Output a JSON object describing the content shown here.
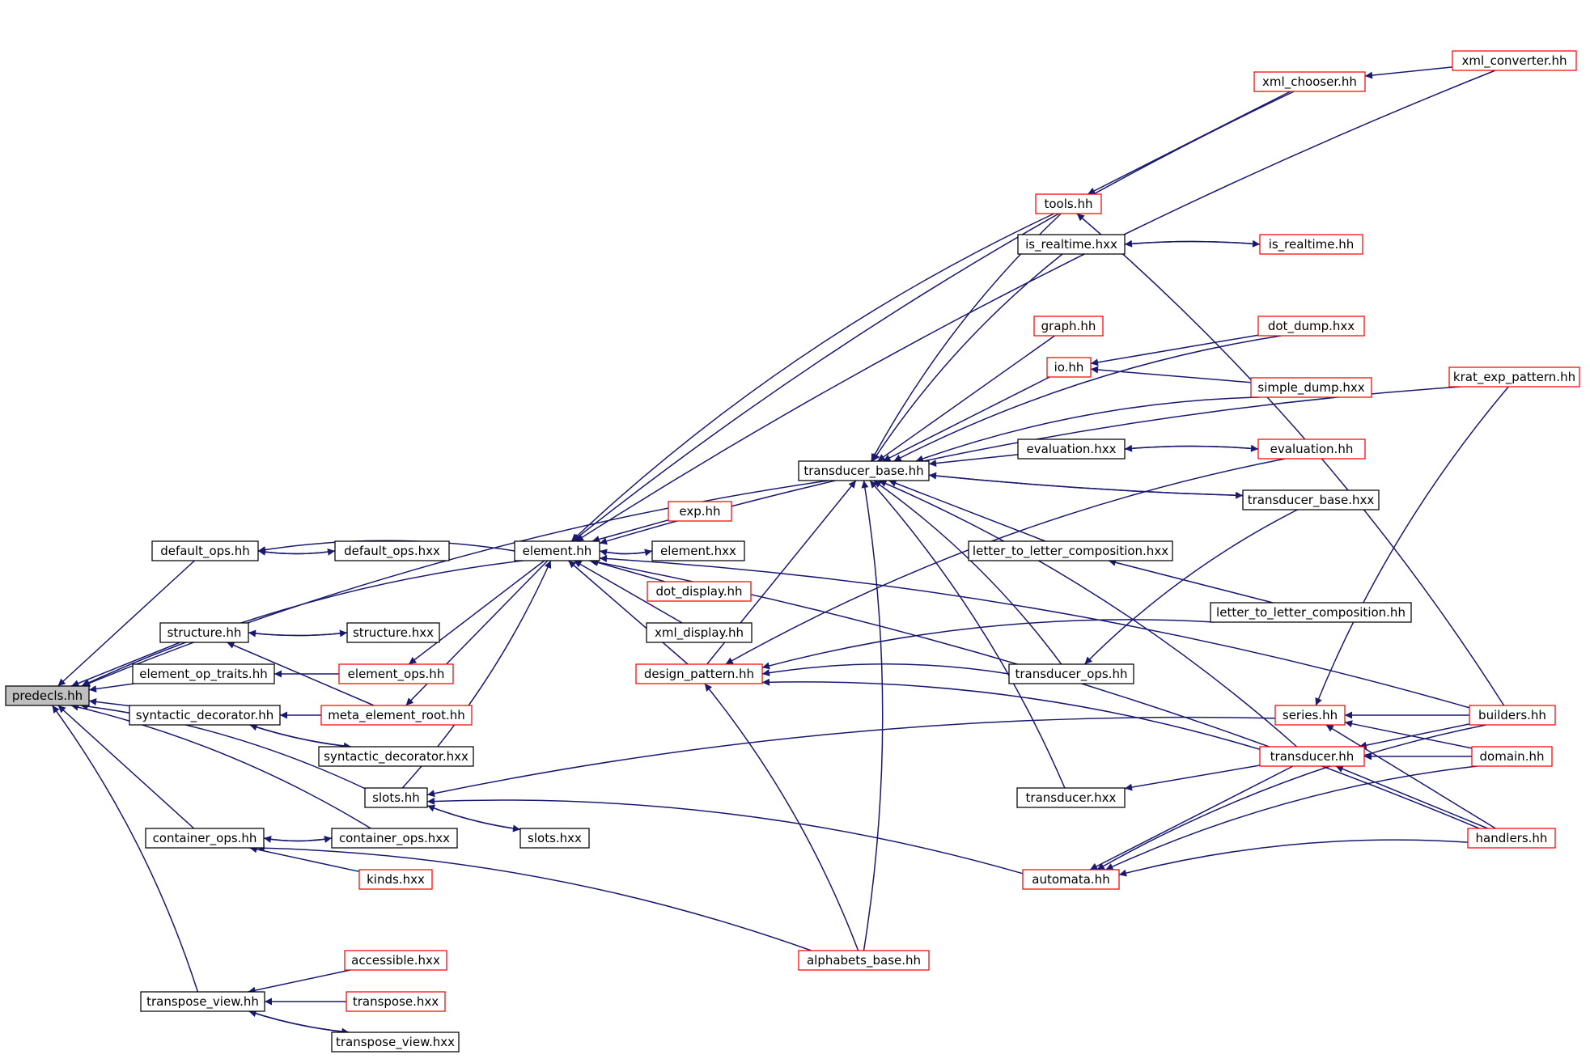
{
  "colors": {
    "edge": "#191970",
    "root_fill": "#bfbfbf",
    "node_fill": "#ffffff",
    "node_border_default": "#000000",
    "node_border_truncated": "#ff0000"
  },
  "nodes": [
    {
      "id": "predecls_hh",
      "label": "predecls.hh",
      "style": "root"
    },
    {
      "id": "default_ops_hh",
      "label": "default_ops.hh",
      "style": "black"
    },
    {
      "id": "default_ops_hxx",
      "label": "default_ops.hxx",
      "style": "black"
    },
    {
      "id": "element_hh",
      "label": "element.hh",
      "style": "black"
    },
    {
      "id": "structure_hh",
      "label": "structure.hh",
      "style": "black"
    },
    {
      "id": "structure_hxx",
      "label": "structure.hxx",
      "style": "black"
    },
    {
      "id": "element_op_traits_hh",
      "label": "element_op_traits.hh",
      "style": "black"
    },
    {
      "id": "element_ops_hh",
      "label": "element_ops.hh",
      "style": "red"
    },
    {
      "id": "syntactic_decorator_hh",
      "label": "syntactic_decorator.hh",
      "style": "black"
    },
    {
      "id": "meta_element_root_hh",
      "label": "meta_element_root.hh",
      "style": "red"
    },
    {
      "id": "syntactic_decorator_hxx",
      "label": "syntactic_decorator.hxx",
      "style": "black"
    },
    {
      "id": "slots_hh",
      "label": "slots.hh",
      "style": "black"
    },
    {
      "id": "slots_hxx",
      "label": "slots.hxx",
      "style": "black"
    },
    {
      "id": "container_ops_hh",
      "label": "container_ops.hh",
      "style": "black"
    },
    {
      "id": "container_ops_hxx",
      "label": "container_ops.hxx",
      "style": "black"
    },
    {
      "id": "kinds_hxx",
      "label": "kinds.hxx",
      "style": "red"
    },
    {
      "id": "accessible_hxx",
      "label": "accessible.hxx",
      "style": "red"
    },
    {
      "id": "transpose_view_hh",
      "label": "transpose_view.hh",
      "style": "black"
    },
    {
      "id": "transpose_hxx",
      "label": "transpose.hxx",
      "style": "red"
    },
    {
      "id": "transpose_view_hxx",
      "label": "transpose_view.hxx",
      "style": "black"
    },
    {
      "id": "exp_hh",
      "label": "exp.hh",
      "style": "red"
    },
    {
      "id": "element_hxx",
      "label": "element.hxx",
      "style": "black"
    },
    {
      "id": "dot_display_hh",
      "label": "dot_display.hh",
      "style": "red"
    },
    {
      "id": "xml_display_hh",
      "label": "xml_display.hh",
      "style": "black"
    },
    {
      "id": "design_pattern_hh",
      "label": "design_pattern.hh",
      "style": "red"
    },
    {
      "id": "alphabets_base_hh",
      "label": "alphabets_base.hh",
      "style": "red"
    },
    {
      "id": "transducer_base_hh",
      "label": "transducer_base.hh",
      "style": "black"
    },
    {
      "id": "xml_chooser_hh",
      "label": "xml_chooser.hh",
      "style": "red"
    },
    {
      "id": "xml_converter_hh",
      "label": "xml_converter.hh",
      "style": "red"
    },
    {
      "id": "tools_hh",
      "label": "tools.hh",
      "style": "red"
    },
    {
      "id": "is_realtime_hxx",
      "label": "is_realtime.hxx",
      "style": "black"
    },
    {
      "id": "is_realtime_hh",
      "label": "is_realtime.hh",
      "style": "red"
    },
    {
      "id": "graph_hh",
      "label": "graph.hh",
      "style": "red"
    },
    {
      "id": "dot_dump_hxx",
      "label": "dot_dump.hxx",
      "style": "red"
    },
    {
      "id": "io_hh",
      "label": "io.hh",
      "style": "red"
    },
    {
      "id": "simple_dump_hxx",
      "label": "simple_dump.hxx",
      "style": "red"
    },
    {
      "id": "krat_exp_pattern_hh",
      "label": "krat_exp_pattern.hh",
      "style": "red"
    },
    {
      "id": "evaluation_hxx",
      "label": "evaluation.hxx",
      "style": "black"
    },
    {
      "id": "evaluation_hh",
      "label": "evaluation.hh",
      "style": "red"
    },
    {
      "id": "transducer_base_hxx",
      "label": "transducer_base.hxx",
      "style": "black"
    },
    {
      "id": "ltl_composition_hxx",
      "label": "letter_to_letter_composition.hxx",
      "style": "black"
    },
    {
      "id": "ltl_composition_hh",
      "label": "letter_to_letter_composition.hh",
      "style": "black"
    },
    {
      "id": "transducer_ops_hh",
      "label": "transducer_ops.hh",
      "style": "black"
    },
    {
      "id": "series_hh",
      "label": "series.hh",
      "style": "red"
    },
    {
      "id": "builders_hh",
      "label": "builders.hh",
      "style": "red"
    },
    {
      "id": "transducer_hh",
      "label": "transducer.hh",
      "style": "red"
    },
    {
      "id": "domain_hh",
      "label": "domain.hh",
      "style": "red"
    },
    {
      "id": "transducer_hxx",
      "label": "transducer.hxx",
      "style": "black"
    },
    {
      "id": "handlers_hh",
      "label": "handlers.hh",
      "style": "red"
    },
    {
      "id": "automata_hh",
      "label": "automata.hh",
      "style": "red"
    }
  ],
  "edges": [
    {
      "from": "default_ops_hh",
      "to": "predecls_hh"
    },
    {
      "from": "structure_hh",
      "to": "predecls_hh"
    },
    {
      "from": "element_op_traits_hh",
      "to": "predecls_hh"
    },
    {
      "from": "syntactic_decorator_hh",
      "to": "predecls_hh"
    },
    {
      "from": "slots_hh",
      "to": "predecls_hh"
    },
    {
      "from": "container_ops_hh",
      "to": "predecls_hh"
    },
    {
      "from": "transpose_view_hh",
      "to": "predecls_hh"
    },
    {
      "from": "element_hh",
      "to": "predecls_hh"
    },
    {
      "from": "transducer_base_hh",
      "to": "predecls_hh"
    },
    {
      "from": "container_ops_hxx",
      "to": "predecls_hh"
    },
    {
      "from": "element_hh",
      "to": "default_ops_hh"
    },
    {
      "from": "default_ops_hxx",
      "to": "default_ops_hh"
    },
    {
      "from": "default_ops_hh",
      "to": "default_ops_hxx"
    },
    {
      "from": "structure_hxx",
      "to": "structure_hh"
    },
    {
      "from": "structure_hh",
      "to": "structure_hxx"
    },
    {
      "from": "meta_element_root_hh",
      "to": "structure_hh"
    },
    {
      "from": "element_ops_hh",
      "to": "element_op_traits_hh"
    },
    {
      "from": "meta_element_root_hh",
      "to": "syntactic_decorator_hh"
    },
    {
      "from": "syntactic_decorator_hxx",
      "to": "syntactic_decorator_hh"
    },
    {
      "from": "syntactic_decorator_hh",
      "to": "syntactic_decorator_hxx"
    },
    {
      "from": "slots_hxx",
      "to": "slots_hh"
    },
    {
      "from": "slots_hh",
      "to": "slots_hxx"
    },
    {
      "from": "series_hh",
      "to": "slots_hh"
    },
    {
      "from": "automata_hh",
      "to": "slots_hh"
    },
    {
      "from": "container_ops_hxx",
      "to": "container_ops_hh"
    },
    {
      "from": "container_ops_hh",
      "to": "container_ops_hxx"
    },
    {
      "from": "kinds_hxx",
      "to": "container_ops_hh"
    },
    {
      "from": "alphabets_base_hh",
      "to": "container_ops_hh"
    },
    {
      "from": "accessible_hxx",
      "to": "transpose_view_hh"
    },
    {
      "from": "transpose_hxx",
      "to": "transpose_view_hh"
    },
    {
      "from": "transpose_view_hxx",
      "to": "transpose_view_hh"
    },
    {
      "from": "transpose_view_hh",
      "to": "transpose_view_hxx"
    },
    {
      "from": "element_hh",
      "to": "element_ops_hh"
    },
    {
      "from": "element_hh",
      "to": "meta_element_root_hh"
    },
    {
      "from": "slots_hh",
      "to": "element_hh"
    },
    {
      "from": "exp_hh",
      "to": "element_hh"
    },
    {
      "from": "element_hxx",
      "to": "element_hh"
    },
    {
      "from": "element_hh",
      "to": "element_hxx"
    },
    {
      "from": "dot_display_hh",
      "to": "element_hh"
    },
    {
      "from": "xml_display_hh",
      "to": "element_hh"
    },
    {
      "from": "design_pattern_hh",
      "to": "element_hh"
    },
    {
      "from": "xml_converter_hh",
      "to": "element_hh"
    },
    {
      "from": "xml_chooser_hh",
      "to": "element_hh"
    },
    {
      "from": "krat_exp_pattern_hh",
      "to": "element_hh"
    },
    {
      "from": "builders_hh",
      "to": "element_hh"
    },
    {
      "from": "tools_hh",
      "to": "element_hh"
    },
    {
      "from": "handlers_hh",
      "to": "element_hh"
    },
    {
      "from": "xml_converter_hh",
      "to": "xml_chooser_hh"
    },
    {
      "from": "xml_chooser_hh",
      "to": "tools_hh"
    },
    {
      "from": "builders_hh",
      "to": "tools_hh"
    },
    {
      "from": "tools_hh",
      "to": "transducer_base_hh"
    },
    {
      "from": "is_realtime_hxx",
      "to": "transducer_base_hh"
    },
    {
      "from": "is_realtime_hh",
      "to": "is_realtime_hxx"
    },
    {
      "from": "is_realtime_hxx",
      "to": "is_realtime_hh"
    },
    {
      "from": "graph_hh",
      "to": "transducer_base_hh"
    },
    {
      "from": "dot_dump_hxx",
      "to": "transducer_base_hh"
    },
    {
      "from": "dot_dump_hxx",
      "to": "io_hh"
    },
    {
      "from": "simple_dump_hxx",
      "to": "io_hh"
    },
    {
      "from": "io_hh",
      "to": "transducer_base_hh"
    },
    {
      "from": "simple_dump_hxx",
      "to": "transducer_base_hh"
    },
    {
      "from": "evaluation_hxx",
      "to": "transducer_base_hh"
    },
    {
      "from": "evaluation_hh",
      "to": "evaluation_hxx"
    },
    {
      "from": "evaluation_hxx",
      "to": "evaluation_hh"
    },
    {
      "from": "transducer_base_hxx",
      "to": "transducer_base_hh"
    },
    {
      "from": "transducer_base_hh",
      "to": "transducer_base_hxx"
    },
    {
      "from": "ltl_composition_hxx",
      "to": "transducer_base_hh"
    },
    {
      "from": "ltl_composition_hh",
      "to": "ltl_composition_hxx"
    },
    {
      "from": "transducer_ops_hh",
      "to": "transducer_base_hh"
    },
    {
      "from": "transducer_hh",
      "to": "transducer_base_hh"
    },
    {
      "from": "transducer_hxx",
      "to": "transducer_base_hh"
    },
    {
      "from": "alphabets_base_hh",
      "to": "transducer_base_hh"
    },
    {
      "from": "design_pattern_hh",
      "to": "transducer_base_hh"
    },
    {
      "from": "alphabets_base_hh",
      "to": "design_pattern_hh"
    },
    {
      "from": "evaluation_hh",
      "to": "design_pattern_hh"
    },
    {
      "from": "transducer_ops_hh",
      "to": "design_pattern_hh"
    },
    {
      "from": "ltl_composition_hh",
      "to": "design_pattern_hh"
    },
    {
      "from": "transducer_hh",
      "to": "design_pattern_hh"
    },
    {
      "from": "transducer_base_hxx",
      "to": "transducer_ops_hh"
    },
    {
      "from": "krat_exp_pattern_hh",
      "to": "series_hh"
    },
    {
      "from": "builders_hh",
      "to": "series_hh"
    },
    {
      "from": "domain_hh",
      "to": "series_hh"
    },
    {
      "from": "handlers_hh",
      "to": "series_hh"
    },
    {
      "from": "builders_hh",
      "to": "transducer_hh"
    },
    {
      "from": "domain_hh",
      "to": "transducer_hh"
    },
    {
      "from": "handlers_hh",
      "to": "transducer_hh"
    },
    {
      "from": "transducer_hh",
      "to": "transducer_hxx"
    },
    {
      "from": "transducer_hh",
      "to": "automata_hh"
    },
    {
      "from": "builders_hh",
      "to": "automata_hh"
    },
    {
      "from": "domain_hh",
      "to": "automata_hh"
    },
    {
      "from": "handlers_hh",
      "to": "automata_hh"
    }
  ]
}
